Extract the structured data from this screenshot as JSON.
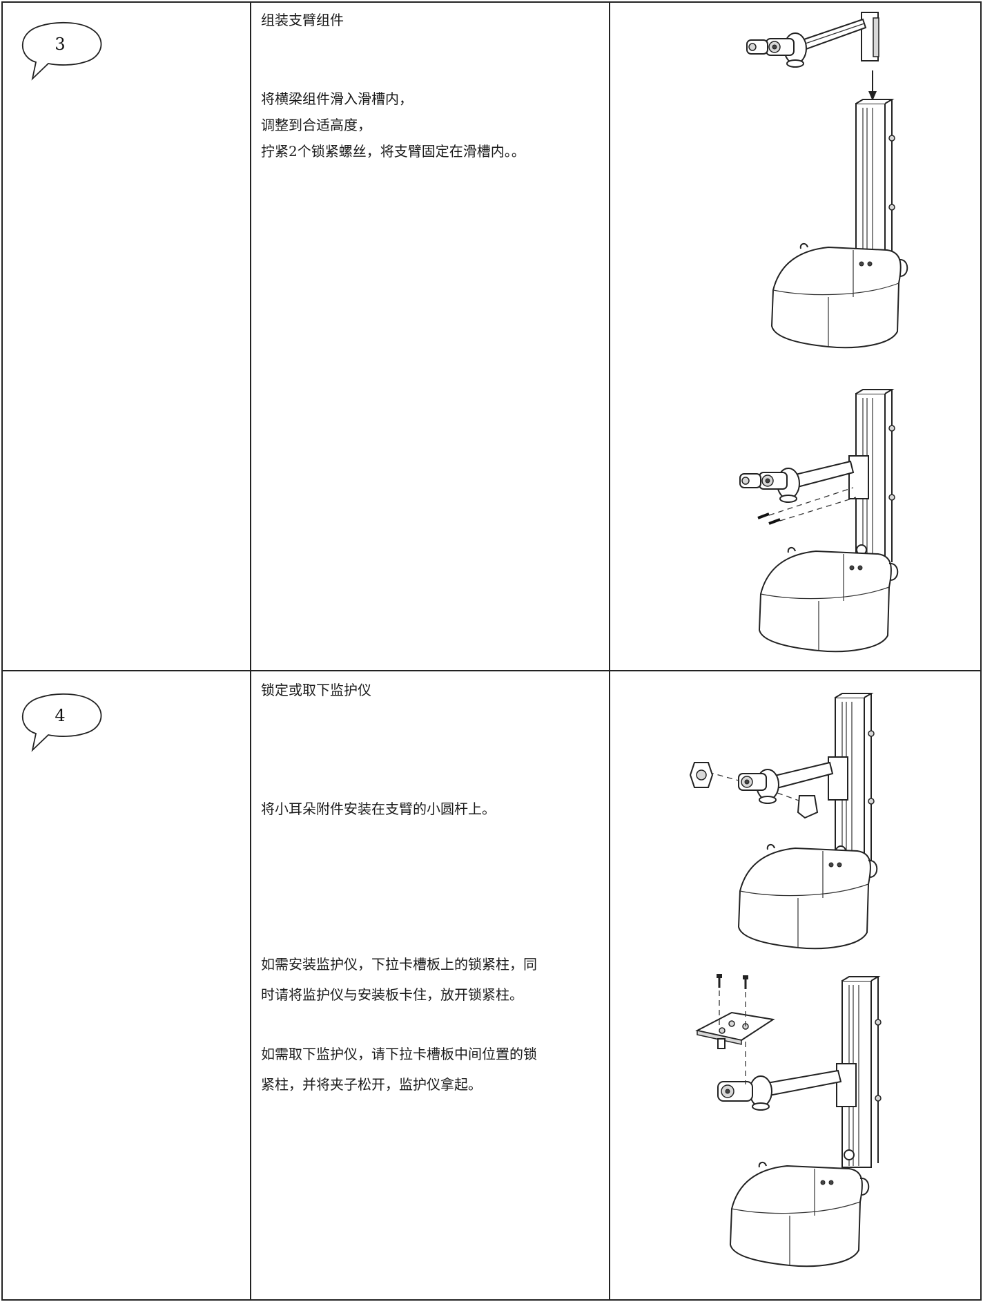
{
  "steps": [
    {
      "number": "3",
      "title": "组装支臂组件",
      "paragraphs": [
        "将横梁组件滑入滑槽内，",
        "调整到合适高度，",
        "拧紧2个锁紧螺丝，将支臂固定在滑槽内。。"
      ]
    },
    {
      "number": "4",
      "title": "锁定或取下监护仪",
      "para_a": "将小耳朵附件安装在支臂的小圆杆上。",
      "para_b": [
        "如需安装监护仪，下拉卡槽板上的锁紧柱，同",
        "时请将监护仪与安装板卡住，放开锁紧柱。"
      ],
      "para_c": [
        "如需取下监护仪，请下拉卡槽板中间位置的锁",
        "紧柱，并将夹子松开，监护仪拿起。"
      ]
    }
  ],
  "icons": {
    "bubble": "speech-bubble-icon"
  }
}
